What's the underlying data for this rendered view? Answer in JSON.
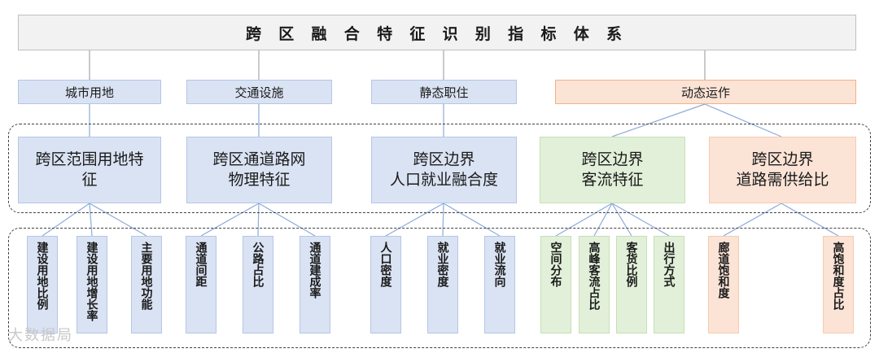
{
  "title": "跨 区 融 合 特 征 识 别 指 标 体 系",
  "categories": [
    "城市用地",
    "交通设施",
    "静态职住",
    "动态运作"
  ],
  "features": [
    "跨区范围用地特\n征",
    "跨区通道路网\n物理特征",
    "跨区边界\n人口就业融合度",
    "跨区边界\n客流特征",
    "跨区边界\n道路需供给比"
  ],
  "indicators": [
    "建设用地比例",
    "建设用地增长率",
    "主要用地功能",
    "通道间距",
    "公路占比",
    "通道建成率",
    "人口密度",
    "就业密度",
    "就业流向",
    "空间分布",
    "高峰客流占比",
    "客货比例",
    "出行方式",
    "廊道饱和度",
    "高饱和度占比"
  ],
  "watermark": "大数据局",
  "colors": {
    "blue": "#dae3f3",
    "green": "#e2f0d9",
    "orange": "#fbe3d6",
    "line": "#8eaadb"
  }
}
